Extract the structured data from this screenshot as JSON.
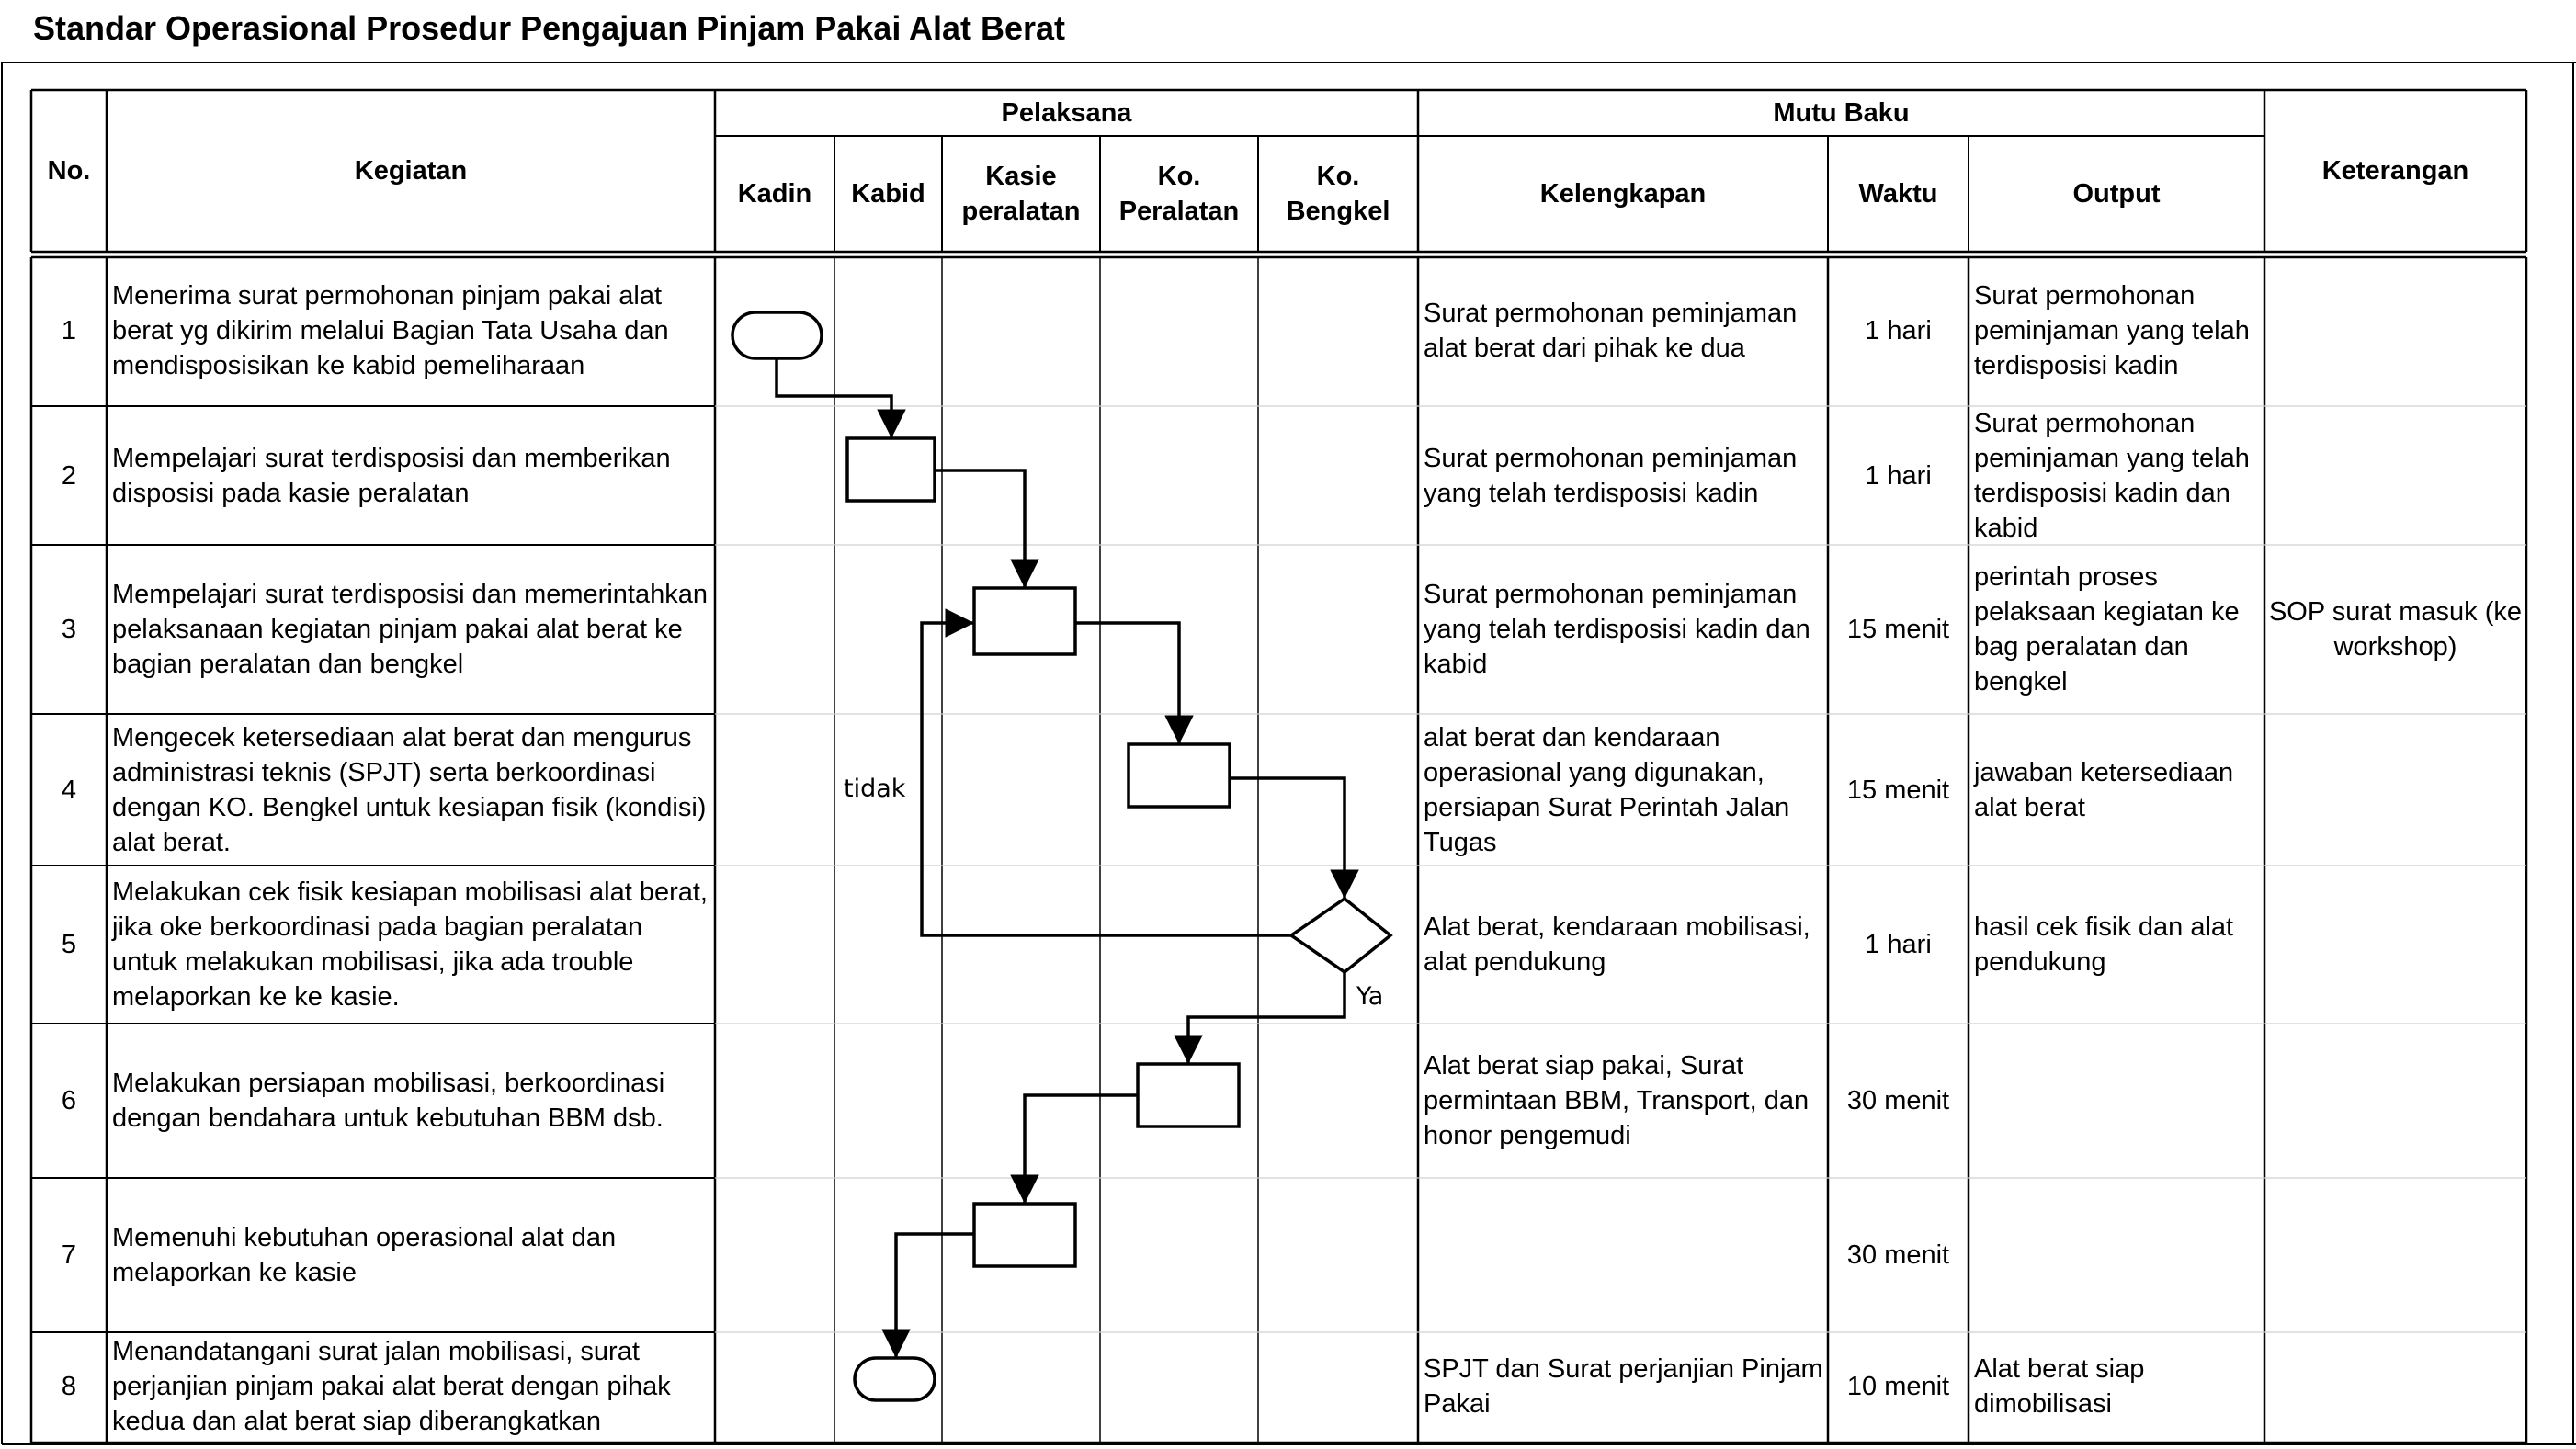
{
  "title": "Standar Operasional Prosedur Pengajuan Pinjam Pakai Alat Berat",
  "header": {
    "no": "No.",
    "kegiatan": "Kegiatan",
    "pelaksana": "Pelaksana",
    "mutu_baku": "Mutu Baku",
    "keterangan": "Keterangan",
    "kadin": "Kadin",
    "kabid": "Kabid",
    "kasie_peralatan": "Kasie\nperalatan",
    "ko_peralatan": "Ko.\nPeralatan",
    "ko_bengkel": "Ko.\nBengkel",
    "kelengkapan": "Kelengkapan",
    "waktu": "Waktu",
    "output": "Output"
  },
  "rows": [
    {
      "no": "1",
      "kegiatan": "Menerima surat permohonan pinjam pakai alat berat yg dikirim melalui Bagian Tata Usaha dan mendisposisikan ke kabid pemeliharaan",
      "kelengkapan": "Surat permohonan peminjaman alat berat dari pihak ke dua",
      "waktu": "1 hari",
      "output": "Surat permohonan peminjaman yang telah terdisposisi kadin",
      "keterangan": ""
    },
    {
      "no": "2",
      "kegiatan": "Mempelajari surat terdisposisi dan memberikan disposisi pada kasie peralatan",
      "kelengkapan": "Surat permohonan peminjaman yang telah terdisposisi kadin",
      "waktu": "1 hari",
      "output": "Surat permohonan peminjaman yang telah terdisposisi kadin dan kabid",
      "keterangan": ""
    },
    {
      "no": "3",
      "kegiatan": "Mempelajari surat terdisposisi dan memerintahkan pelaksanaan kegiatan pinjam pakai alat berat ke bagian peralatan dan bengkel",
      "kelengkapan": "Surat permohonan peminjaman yang telah terdisposisi kadin dan kabid",
      "waktu": "15 menit",
      "output": "perintah proses pelaksaan kegiatan ke bag peralatan dan bengkel",
      "keterangan": "SOP surat masuk (ke workshop)"
    },
    {
      "no": "4",
      "kegiatan": "Mengecek ketersediaan alat berat dan mengurus administrasi teknis (SPJT) serta berkoordinasi dengan KO. Bengkel untuk kesiapan fisik (kondisi) alat berat.",
      "kelengkapan": "alat berat dan kendaraan operasional yang digunakan, persiapan Surat Perintah Jalan Tugas",
      "waktu": "15 menit",
      "output": "jawaban ketersediaan alat berat",
      "keterangan": ""
    },
    {
      "no": "5",
      "kegiatan": "Melakukan cek fisik kesiapan mobilisasi alat berat, jika oke berkoordinasi pada bagian peralatan untuk melakukan mobilisasi, jika ada trouble melaporkan ke ke kasie.",
      "kelengkapan": "Alat berat, kendaraan mobilisasi, alat pendukung",
      "waktu": "1 hari",
      "output": "hasil cek  fisik dan alat pendukung",
      "keterangan": ""
    },
    {
      "no": "6",
      "kegiatan": "Melakukan persiapan mobilisasi, berkoordinasi dengan bendahara untuk kebutuhan BBM dsb.",
      "kelengkapan": "Alat berat siap pakai, Surat permintaan BBM, Transport, dan honor pengemudi",
      "waktu": "30 menit",
      "output": "",
      "keterangan": ""
    },
    {
      "no": "7",
      "kegiatan": "Memenuhi kebutuhan operasional alat dan melaporkan ke kasie",
      "kelengkapan": "",
      "waktu": "30 menit",
      "output": "",
      "keterangan": ""
    },
    {
      "no": "8",
      "kegiatan": "Menandatangani surat jalan mobilisasi,  surat perjanjian pinjam pakai alat berat dengan pihak kedua dan alat berat siap diberangkatkan",
      "kelengkapan": "SPJT dan Surat perjanjian Pinjam Pakai",
      "waktu": "10 menit",
      "output": "Alat berat siap dimobilisasi",
      "keterangan": ""
    }
  ],
  "flow": {
    "label_no": "tidak",
    "label_yes": "Ya"
  }
}
